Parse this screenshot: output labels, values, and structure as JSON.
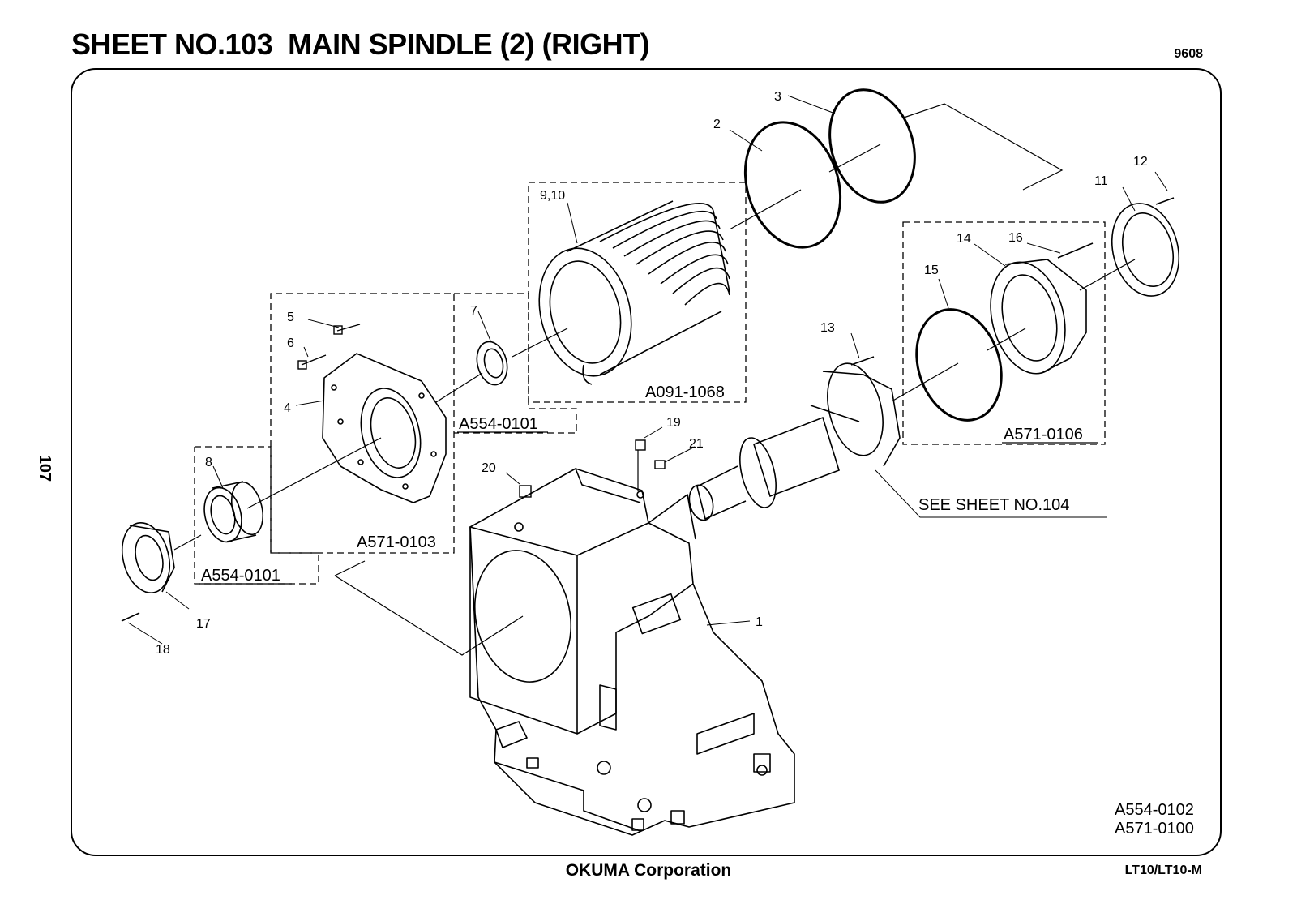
{
  "header": {
    "title": "SHEET NO.103  MAIN SPINDLE (2) (RIGHT)",
    "code": "9608"
  },
  "page_number": "107",
  "footer": {
    "company": "OKUMA Corporation",
    "model": "LT10/LT10-M"
  },
  "drawing": {
    "assembly_labels": {
      "a_0103": "A571-0103",
      "a_0101_upper": "A554-0101",
      "a_0101_lower": "A554-0101",
      "a_1068": "A091-1068",
      "a_0106": "A571-0106"
    },
    "see_sheet_ref": "SEE SHEET NO.104",
    "corner_refs": [
      "A554-0102",
      "A571-0100"
    ],
    "callouts": {
      "c1": "1",
      "c2": "2",
      "c3": "3",
      "c4": "4",
      "c5": "5",
      "c6": "6",
      "c7": "7",
      "c8": "8",
      "c9_10": "9,10",
      "c11": "11",
      "c12": "12",
      "c13": "13",
      "c14": "14",
      "c15": "15",
      "c16": "16",
      "c17": "17",
      "c18": "18",
      "c19": "19",
      "c20": "20",
      "c21": "21"
    }
  }
}
